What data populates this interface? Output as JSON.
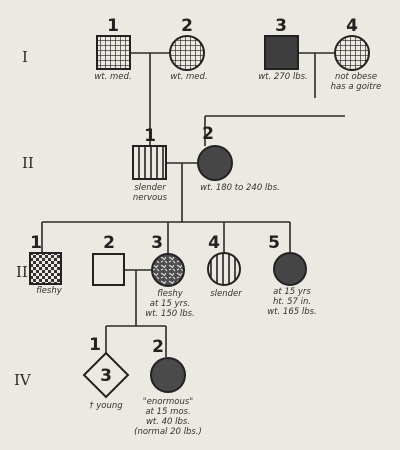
{
  "generations": [
    {
      "label": "I"
    },
    {
      "label": "II"
    },
    {
      "label": "III"
    },
    {
      "label": "IV"
    }
  ],
  "individuals": {
    "I-1": {
      "number": "1",
      "sex": "male",
      "pattern": "grid",
      "notes": [
        "wt. med."
      ]
    },
    "I-2": {
      "number": "2",
      "sex": "female",
      "pattern": "grid",
      "notes": [
        "wt. med."
      ]
    },
    "I-3": {
      "number": "3",
      "sex": "male",
      "pattern": "solid",
      "notes": [
        "wt. 270 lbs."
      ]
    },
    "I-4": {
      "number": "4",
      "sex": "female",
      "pattern": "grid",
      "notes": [
        "not obese",
        "has a goitre"
      ]
    },
    "II-1": {
      "number": "1",
      "sex": "male",
      "pattern": "vertical",
      "notes": [
        "slender",
        "nervous"
      ]
    },
    "II-2": {
      "number": "2",
      "sex": "female",
      "pattern": "solid",
      "notes": [
        "wt. 180 to 240 lbs."
      ]
    },
    "III-1": {
      "number": "1",
      "sex": "male",
      "pattern": "checker",
      "notes": [
        "fleshy"
      ]
    },
    "III-2": {
      "number": "2",
      "sex": "male",
      "pattern": "empty",
      "notes": []
    },
    "III-3": {
      "number": "3",
      "sex": "female",
      "pattern": "mottled",
      "notes": [
        "fleshy",
        "at 15 yrs.",
        "wt. 150 lbs."
      ]
    },
    "III-4": {
      "number": "4",
      "sex": "female",
      "pattern": "vertical",
      "notes": [
        "slender"
      ]
    },
    "III-5": {
      "number": "5",
      "sex": "female",
      "pattern": "solid",
      "notes": [
        "at 15 yrs",
        "ht. 57 in.",
        "wt. 165 lbs."
      ]
    },
    "IV-1": {
      "number": "1",
      "sex": "unknown",
      "pattern": "empty",
      "inner_count": "3",
      "notes": [
        "† young"
      ]
    },
    "IV-2": {
      "number": "2",
      "sex": "female",
      "pattern": "solid",
      "notes": [
        "\"enormous\"",
        "at 15 mos.",
        "wt. 40 lbs.",
        "(normal 20 lbs.)"
      ]
    }
  },
  "colors": {
    "ink": "#222222",
    "solid_fill": "#4a4a4a",
    "paper": "#ebe9e1"
  }
}
